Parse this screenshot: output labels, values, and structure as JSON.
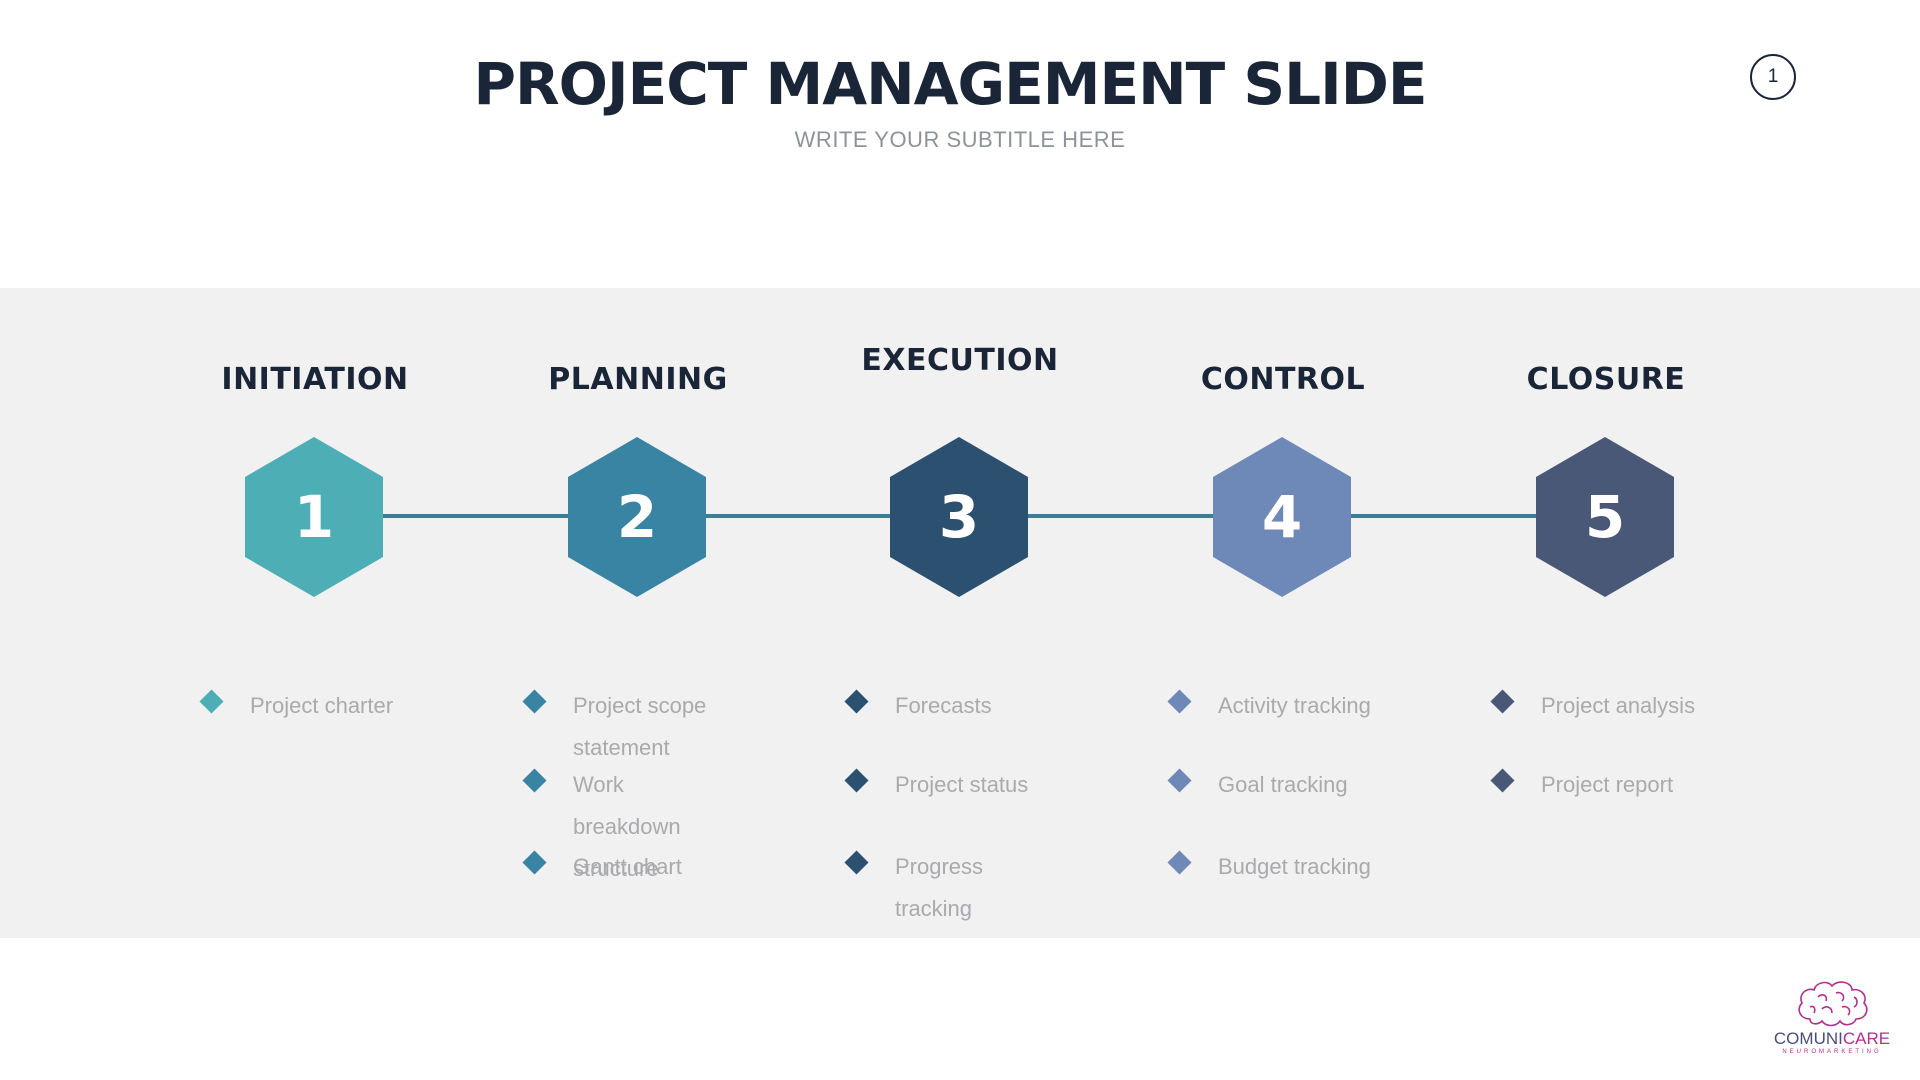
{
  "slide": {
    "title": "PROJECT MANAGEMENT SLIDE",
    "subtitle": "WRITE YOUR SUBTITLE HERE",
    "page_number": "1"
  },
  "phases": [
    {
      "title": "INITIATION",
      "number": "1",
      "color": "#4daeb6",
      "bullets": [
        "Project charter"
      ]
    },
    {
      "title": "PLANNING",
      "number": "2",
      "color": "#3a84a3",
      "bullets": [
        "Project scope statement",
        "Work breakdown structure",
        "Gantt chart"
      ]
    },
    {
      "title": "EXECUTION",
      "number": "3",
      "color": "#2c5170",
      "bullets": [
        "Forecasts",
        "Project status",
        "Progress tracking"
      ]
    },
    {
      "title": "CONTROL",
      "number": "4",
      "color": "#6e88b8",
      "bullets": [
        "Activity tracking",
        "Goal tracking",
        "Budget tracking"
      ]
    },
    {
      "title": "CLOSURE",
      "number": "5",
      "color": "#4a5877",
      "bullets": [
        "Project analysis",
        "Project report"
      ]
    }
  ],
  "colors": {
    "title": "#1a2638",
    "subtitle": "#8e9399",
    "band": "#f1f1f1",
    "connector": "#3b7d94",
    "bullet_text": "#a8aaad"
  },
  "logo": {
    "part1": "COMUNI",
    "part2": "CARE",
    "tagline": "NEUROMARKETING",
    "icon": "brain-icon"
  }
}
